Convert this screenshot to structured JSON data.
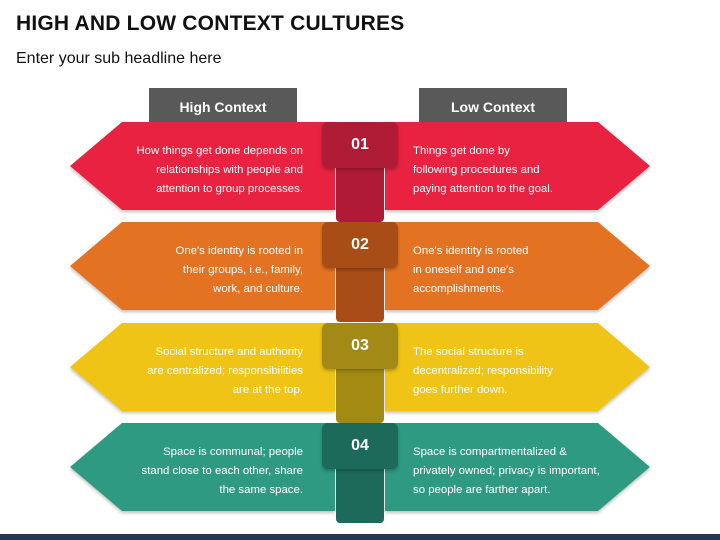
{
  "title": "HIGH AND LOW CONTEXT CULTURES",
  "subtitle": "Enter your sub headline here",
  "headers": {
    "left": "High Context",
    "right": "Low Context"
  },
  "rows": [
    {
      "number": "01",
      "color": "#e8213f",
      "dark": "#b01a36",
      "left": [
        "How things get done depends on",
        "relationships with people and",
        "attention to group processes."
      ],
      "right": [
        "Things get done by",
        "following procedures and",
        "paying attention to the goal."
      ]
    },
    {
      "number": "02",
      "color": "#e37321",
      "dark": "#a84d18",
      "left": [
        "One's identity is rooted in",
        "their groups, i.e., family,",
        "work, and culture."
      ],
      "right": [
        "One's identity is rooted",
        "in oneself and one's",
        "accomplishments."
      ]
    },
    {
      "number": "03",
      "color": "#f0c419",
      "dark": "#a38a12",
      "left": [
        "Social structure and authority",
        "are centralized; responsibilities",
        "are at the top."
      ],
      "right": [
        "The social structure is",
        "decentralized; responsibility",
        "goes further down."
      ]
    },
    {
      "number": "04",
      "color": "#2f9a82",
      "dark": "#1e6a5a",
      "left": [
        "Space is communal; people",
        "stand close to each other, share",
        "the same space."
      ],
      "right": [
        "Space is compartmentalized &",
        "privately owned; privacy is important,",
        "so people are farther apart."
      ]
    }
  ]
}
